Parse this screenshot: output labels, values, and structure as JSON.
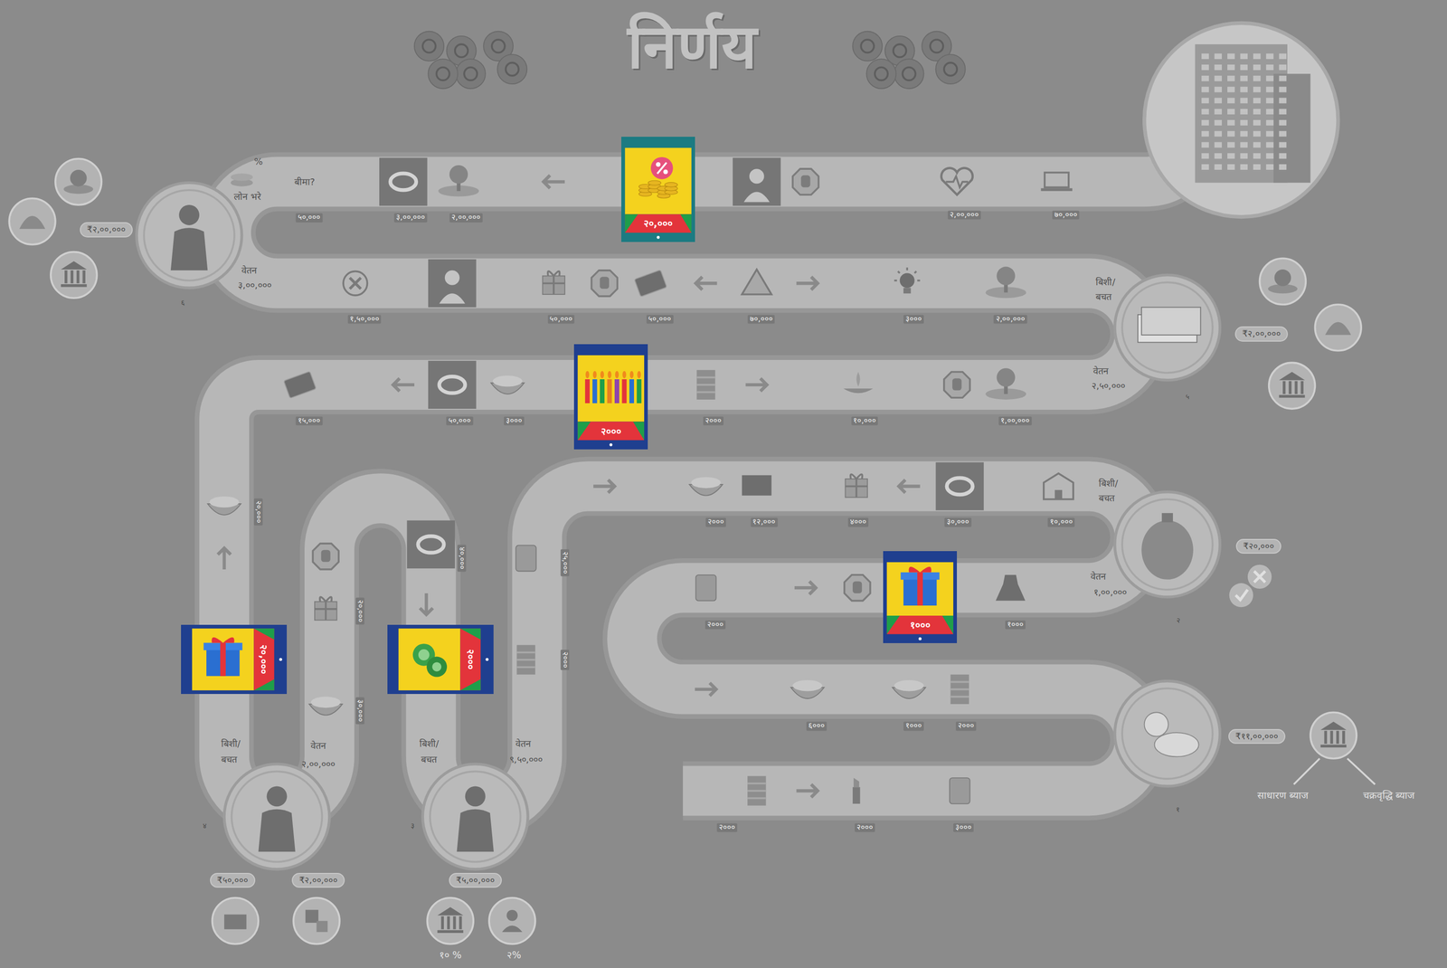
{
  "diagram": {
    "title": "निर्णय",
    "nodes": [
      {
        "text": [
          "२०,०००"
        ]
      },
      {
        "text": [
          "२०००"
        ]
      },
      {
        "text": [
          "१०००"
        ]
      },
      {
        "text": [
          "२०,०००"
        ]
      },
      {
        "text": [
          "२०००"
        ]
      },
      {
        "text": [
          "₹२,००,०००"
        ]
      },
      {
        "text": [
          "₹२,००,०००"
        ]
      },
      {
        "text": [
          "₹२०,०००"
        ]
      },
      {
        "text": [
          "₹११,००,०००"
        ]
      },
      {
        "text": [
          "₹५०,०००"
        ]
      },
      {
        "text": [
          "₹२,००,०००"
        ]
      },
      {
        "text": [
          "₹५,००,०००"
        ]
      }
    ],
    "labels": [
      "%",
      "लोन भरे",
      "बीमा?",
      "५०,०००",
      "३,००,०००",
      "२,००,०००",
      "२,००,०००",
      "७०,०००",
      "वेतन",
      "३,००,०००",
      "६",
      "१,५०,०००",
      "५०,०००",
      "५०,०००",
      "७०,०००",
      "३०००",
      "२,००,०००",
      "बिशी/",
      "बचत",
      "वेतन",
      "२,५०,०००",
      "५",
      "१५,०००",
      "५०,०००",
      "३०००",
      "२०००",
      "१०,०००",
      "१,००,०००",
      "बिशी/",
      "बचत",
      "२०००",
      "१२,०००",
      "४०००",
      "३०,०००",
      "१०,०००",
      "वेतन",
      "१,००,०००",
      "२",
      "२०००",
      "१०००",
      "६०००",
      "१०००",
      "२०००",
      "१",
      "२०००",
      "२०००",
      "३०००",
      "२०,०००",
      "२०,०००",
      "३०,०००",
      "४०,०००",
      "२५,०००",
      "२०००",
      "बिशी/",
      "बचत",
      "वेतन",
      "२,००,०००",
      "४",
      "बिशी/",
      "बचत",
      "वेतन",
      "९,५०,०००",
      "३",
      "१० %",
      "२%",
      "साधारण ब्याज",
      "चक्रवृद्धि ब्याज"
    ]
  }
}
